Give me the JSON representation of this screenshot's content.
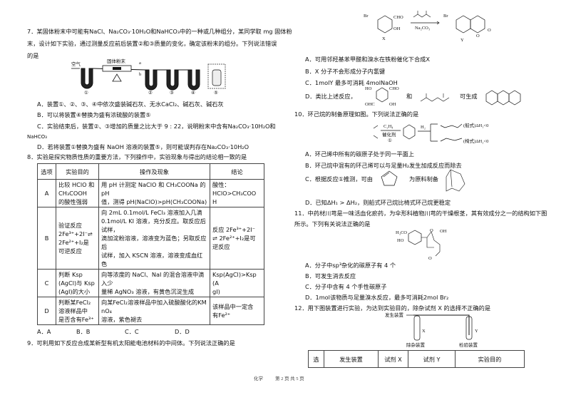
{
  "q7": {
    "stem": [
      "7．某固体粉末中可能有NaCl、Na₂CO₃·10H₂O和NaHCO₃中的一种或几种组分，某同学取 mg 固体粉",
      "末，设计如下实验，通过测量反应前后装置②和③质量的变化，确定该粉末的组分。下列说法错误",
      "的是"
    ],
    "diagram": {
      "air": "空气",
      "powder": "固体粉末",
      "valve_a": "a",
      "valve_b": "b",
      "labels": [
        "①",
        "②",
        "③",
        "④",
        "⑤"
      ]
    },
    "options": [
      "A．装置①、②、③、④中依次盛装碱石灰、无水CaCl₂、碱石灰、碱石灰",
      "B．可以将装置④替换为盛有浓硫酸的装置⑤",
      "C．实验结束后，装置②、③增加的质量之比大于 9 : 22，说明粉末中含有Na₂CO₃·10H₂O和",
      "NaHCO₃",
      "D．若将装置①替换为盛有 NaOH 溶液的装置⑤，则可能误判存在Na₂CO₃·10H₂O"
    ]
  },
  "q8": {
    "stem": "8．实验是探究物质性质的重要方法，下列操作中，实验现象与得出的结论相一致的是",
    "headers": [
      "选项",
      "实验目的",
      "操作及现象",
      "结论"
    ],
    "rows": [
      {
        "opt": "A",
        "purpose": [
          "比较 HClO 和",
          "CH₃COOH",
          "的酸性强弱"
        ],
        "operation": [
          "用 pH 计测定 NaClO 和 CH₃COONa 的 pH",
          "值，测得 pH(NaClO)>pH(CH₃COONa)"
        ],
        "conclusion": [
          "酸性：",
          "HClO>CH₃COO",
          "H"
        ]
      },
      {
        "opt": "B",
        "purpose": [
          "验证反应",
          "2Fe³⁺+2I⁻⇌",
          "2Fe²⁺+I₂是",
          "可逆反应"
        ],
        "operation": [
          "向 2mL 0.1mol/L FeCl₃ 溶液加入几滴",
          "0.1mol/L KI 溶液，充分反应。取反应后试样，",
          "滴加淀粉溶液，溶液变为蓝色；另取反应后",
          "试样，加入 KSCN 溶液，溶液变成血红色"
        ],
        "conclusion": [
          "反应 2Fe³⁺+2I⁻",
          "⇌ 2Fe²⁺+I₂是可",
          "逆反应"
        ]
      },
      {
        "opt": "C",
        "purpose": [
          "判断 Ksp",
          "(AgCl)与 Ksp",
          "(AgI)的大小"
        ],
        "operation": [
          "向等浓度的 NaCl、NaI 的混合溶液中滴入少",
          "量稀 AgNO₃ 溶液，有黄色沉淀生成"
        ],
        "conclusion": [
          "Ksp(AgCl)>Ksp(A",
          "gI)"
        ]
      },
      {
        "opt": "D",
        "purpose": [
          "判断某FeCl₂",
          "溶液样品中",
          "是否含有Fe³⁺"
        ],
        "operation": [
          "向某FeCl₂溶液样品中加入硫酸酸化的KMnO₄",
          "溶液，紫色褪去"
        ],
        "conclusion": [
          "该样品中一定含",
          "有Fe²⁺"
        ]
      }
    ],
    "choices": [
      "A．A",
      "B．B",
      "C．C",
      "D．D"
    ]
  },
  "q9": {
    "stem": "9．可利用如下反应合成某新型有机太阳能电池材料的中间体。下列说法正确的是",
    "scheme": {
      "x_sub": [
        "Br",
        "CHO",
        "OH"
      ],
      "x_label": "X",
      "reagent": "Na₂CO₃",
      "y_sub": "Br",
      "y_label": "Y",
      "y_o": [
        "O",
        "O"
      ]
    },
    "options": [
      "A．可用邻羟基苯甲醛和溴水在铁粉催化下合成X",
      "B．X 分子不会形成分子内氢键",
      "C．1molY 最多可消耗 4molNaOH"
    ],
    "option_d": {
      "prefix": "D．类比上述反应，",
      "sub": [
        "HO",
        "CHO",
        "OHC",
        "OH"
      ],
      "and": "和",
      "suffix": "可生成"
    }
  },
  "q10": {
    "stem": "10．环己烷的制备原理如图。下列说法正确的是",
    "scheme": {
      "reagent_top": "C₂H₄",
      "reagent_bottom": "催化剂",
      "step": "①",
      "h2": "H₂",
      "boat": "(船式)ΔH₁<0",
      "chair": "(椅式)ΔH₂<0"
    },
    "options": [
      "A．环己烯中所有的碳原子处于同一平面上",
      "B．环己烷中混有的环己烯可以与足量H₂发生加成反应而除去"
    ],
    "option_c": {
      "prefix": "C．根据反应①推测，可由",
      "suffix": "为原料制备"
    },
    "option_d": "D．已知ΔH₁ > ΔH₂，则船式环己烷比椅式环己烷更稳定"
  },
  "q11": {
    "stem": [
      "11．中药材川芎是一味活血化瘀药，为伞形科植物川芎的干燥根茎，其有效成分之一的结构如下图",
      "所示。下列有关说法正确的是"
    ],
    "structure": {
      "sub": [
        "H₃CO",
        "HO",
        "O",
        "OH",
        "O"
      ]
    },
    "options": [
      "A．分子中sp³杂化的碳原子有 4 个",
      "B．可发生消去反应",
      "C．分子中含有 4 个手性碳原子",
      "D．1mol该物质与足量溴水反应，最多可消耗2mol Br₂"
    ]
  },
  "q12": {
    "stem": "12．用下图装置进行实验，为达到实验目的，除杂试剂 X 的选择不正确的是",
    "diagram": {
      "gen": "发生装置",
      "x": "X",
      "y": "Y",
      "remove": "除杂装置",
      "detect": "检验装置"
    },
    "headers": [
      "选",
      "发生装置",
      "试剂 X",
      "试剂 Y",
      "实验目的"
    ]
  },
  "footer": {
    "subject": "化学",
    "page": "第 2 页 共 5 页"
  }
}
